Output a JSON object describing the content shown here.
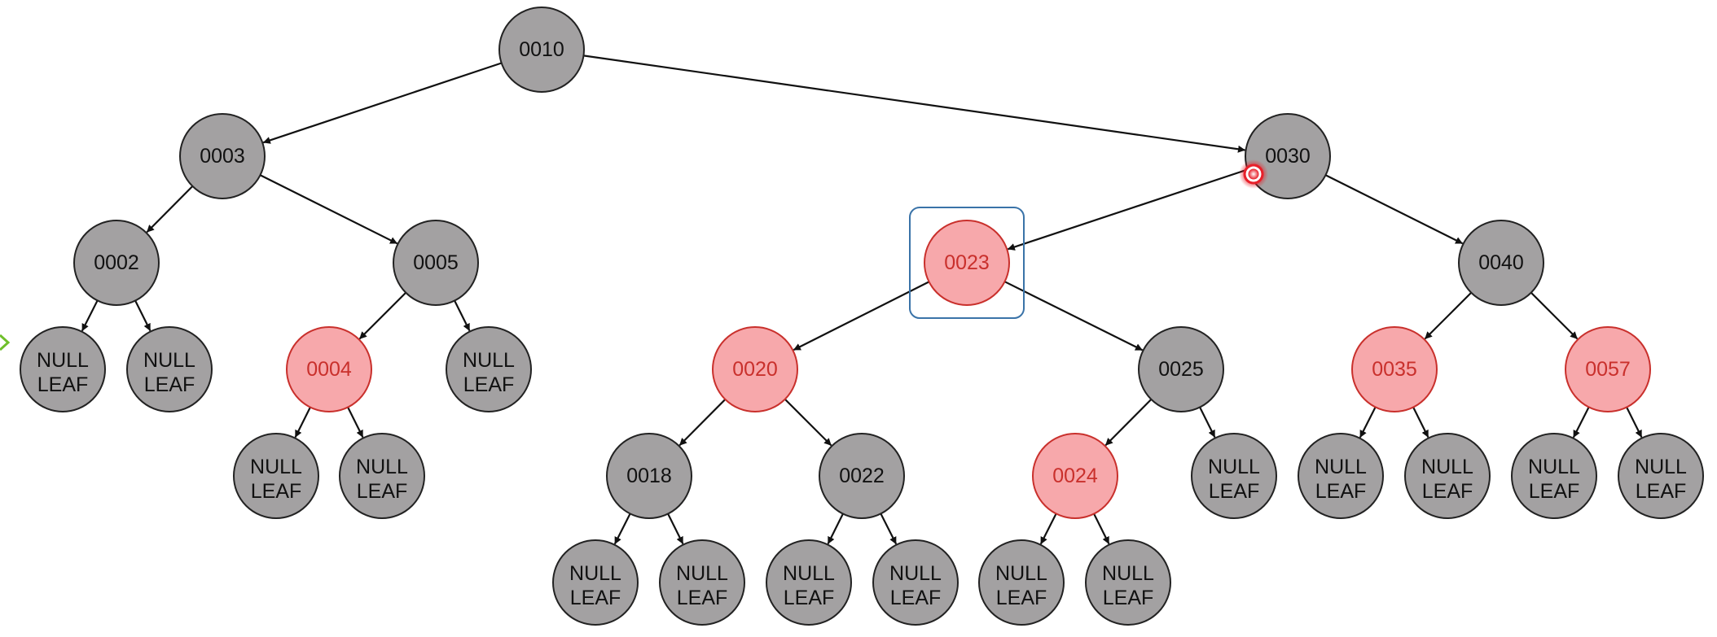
{
  "tree": {
    "colors": {
      "black_fill": "#a3a1a2",
      "black_text": "#111111",
      "red_fill": "#f7a8ab",
      "red_stroke": "#c9302c",
      "red_text": "#c9302c",
      "edge": "#111111",
      "selection": "#3a73a8",
      "cursor": "#e8202a",
      "marker": "#6fbf2a"
    },
    "nodes": [
      {
        "id": "n0010",
        "label": "0010",
        "color": "black"
      },
      {
        "id": "n0003",
        "label": "0003",
        "color": "black"
      },
      {
        "id": "n0030",
        "label": "0030",
        "color": "black"
      },
      {
        "id": "n0002",
        "label": "0002",
        "color": "black"
      },
      {
        "id": "n0005",
        "label": "0005",
        "color": "black"
      },
      {
        "id": "n0023",
        "label": "0023",
        "color": "red",
        "selected": true
      },
      {
        "id": "n0040",
        "label": "0040",
        "color": "black"
      },
      {
        "id": "n0004",
        "label": "0004",
        "color": "red"
      },
      {
        "id": "n0020",
        "label": "0020",
        "color": "red"
      },
      {
        "id": "n0025",
        "label": "0025",
        "color": "black"
      },
      {
        "id": "n0035",
        "label": "0035",
        "color": "red"
      },
      {
        "id": "n0057",
        "label": "0057",
        "color": "red"
      },
      {
        "id": "n0018",
        "label": "0018",
        "color": "black"
      },
      {
        "id": "n0022",
        "label": "0022",
        "color": "black"
      },
      {
        "id": "n0024",
        "label": "0024",
        "color": "red"
      },
      {
        "id": "l1",
        "label": "NULL LEAF",
        "color": "black",
        "leaf": true
      },
      {
        "id": "l2",
        "label": "NULL LEAF",
        "color": "black",
        "leaf": true
      },
      {
        "id": "l3",
        "label": "NULL LEAF",
        "color": "black",
        "leaf": true
      },
      {
        "id": "l4",
        "label": "NULL LEAF",
        "color": "black",
        "leaf": true
      },
      {
        "id": "l5",
        "label": "NULL LEAF",
        "color": "black",
        "leaf": true
      },
      {
        "id": "l6",
        "label": "NULL LEAF",
        "color": "black",
        "leaf": true
      },
      {
        "id": "l7",
        "label": "NULL LEAF",
        "color": "black",
        "leaf": true
      },
      {
        "id": "l8",
        "label": "NULL LEAF",
        "color": "black",
        "leaf": true
      },
      {
        "id": "l9",
        "label": "NULL LEAF",
        "color": "black",
        "leaf": true
      },
      {
        "id": "l10",
        "label": "NULL LEAF",
        "color": "black",
        "leaf": true
      },
      {
        "id": "l11",
        "label": "NULL LEAF",
        "color": "black",
        "leaf": true
      },
      {
        "id": "l12",
        "label": "NULL LEAF",
        "color": "black",
        "leaf": true
      },
      {
        "id": "l13",
        "label": "NULL LEAF",
        "color": "black",
        "leaf": true
      },
      {
        "id": "l14",
        "label": "NULL LEAF",
        "color": "black",
        "leaf": true
      },
      {
        "id": "l15",
        "label": "NULL LEAF",
        "color": "black",
        "leaf": true
      },
      {
        "id": "l16",
        "label": "NULL LEAF",
        "color": "black",
        "leaf": true
      }
    ],
    "edges": [
      [
        "n0010",
        "n0003"
      ],
      [
        "n0010",
        "n0030"
      ],
      [
        "n0003",
        "n0002"
      ],
      [
        "n0003",
        "n0005"
      ],
      [
        "n0030",
        "n0023"
      ],
      [
        "n0030",
        "n0040"
      ],
      [
        "n0002",
        "l1"
      ],
      [
        "n0002",
        "l2"
      ],
      [
        "n0005",
        "n0004"
      ],
      [
        "n0005",
        "l3"
      ],
      [
        "n0004",
        "l4"
      ],
      [
        "n0004",
        "l5"
      ],
      [
        "n0023",
        "n0020"
      ],
      [
        "n0023",
        "n0025"
      ],
      [
        "n0020",
        "n0018"
      ],
      [
        "n0020",
        "n0022"
      ],
      [
        "n0018",
        "l6"
      ],
      [
        "n0018",
        "l7"
      ],
      [
        "n0022",
        "l8"
      ],
      [
        "n0022",
        "l9"
      ],
      [
        "n0025",
        "n0024"
      ],
      [
        "n0025",
        "l10"
      ],
      [
        "n0024",
        "l11"
      ],
      [
        "n0024",
        "l12"
      ],
      [
        "n0040",
        "n0035"
      ],
      [
        "n0040",
        "n0057"
      ],
      [
        "n0035",
        "l13"
      ],
      [
        "n0035",
        "l14"
      ],
      [
        "n0057",
        "l15"
      ],
      [
        "n0057",
        "l16"
      ]
    ]
  }
}
